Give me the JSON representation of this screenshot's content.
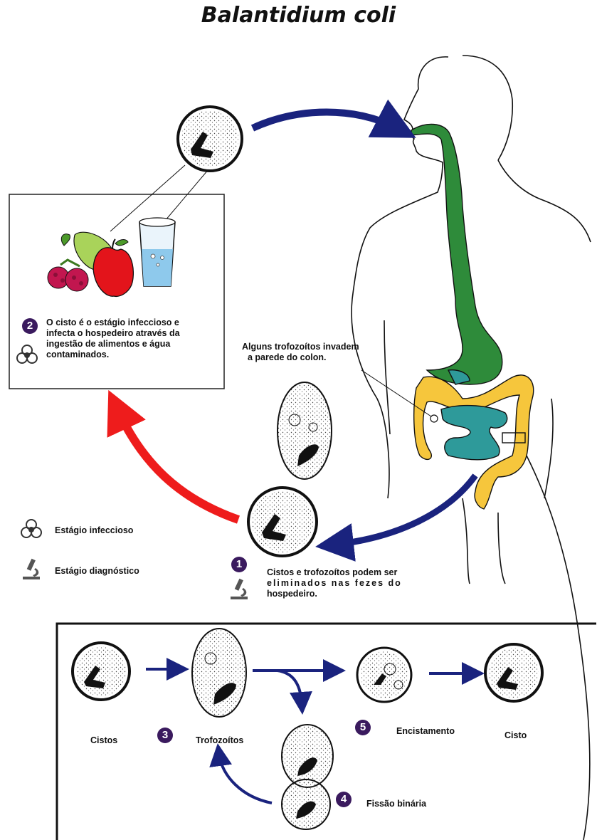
{
  "title": "Balantidium coli",
  "steps": [
    {
      "number": "1",
      "text_lines": [
        "Cistos e trofozoítos podem ser",
        "eliminados nas fezes do",
        "hospedeiro."
      ]
    },
    {
      "number": "2",
      "text_lines": [
        "O cisto é o estágio infeccioso e",
        "infecta o hospedeiro através da",
        "ingestão de alimentos e água",
        "contaminados."
      ]
    },
    {
      "number": "3",
      "label": "Trofozoítos"
    },
    {
      "number": "4",
      "label": "Fissão binária"
    },
    {
      "number": "5",
      "label": "Encistamento"
    }
  ],
  "colon_note": [
    "Alguns trofozoítos invadem",
    "a parede do colon."
  ],
  "legend": {
    "infective": "Estágio infeccioso",
    "diagnostic": "Estágio diagnóstico"
  },
  "lifecycle_labels": {
    "cysts": "Cistos",
    "cyst": "Cisto"
  },
  "colors": {
    "arrow_blue": "#1a237e",
    "arrow_red": "#ee1c1c",
    "gut_green": "#2e8b3a",
    "colon_yellow": "#f6c63c",
    "intestine_teal": "#2e9a9a",
    "number_badge": "#3a1a5e"
  },
  "icons": [
    "biohazard-icon",
    "microscope-icon",
    "pear-icon",
    "apple-icon",
    "raspberry-icon",
    "water-glass-icon",
    "cyst-icon",
    "trophozoite-icon"
  ]
}
